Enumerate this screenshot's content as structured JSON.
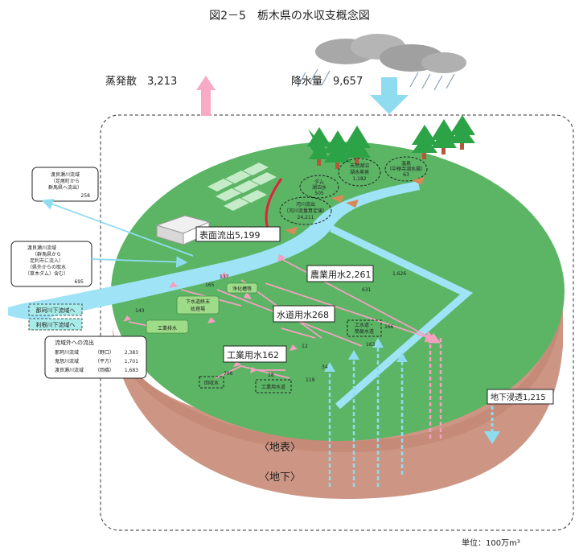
{
  "title": "図2－5　栃木県の水収支概念図",
  "evaporation": "蒸発散　3,213",
  "precipitation": "降水量　9,657",
  "surface_runoff": "表面流出5,199",
  "agri_water": "農業用水2,261",
  "domestic_water": "水道用水268",
  "industrial_water": "工業用水162",
  "infiltration": "地下浸透1,215",
  "surface_label": "〈地表〉",
  "underground_label": "〈地下〉",
  "unit": "単位：100万m³",
  "inflow_top": {
    "lines": [
      "渡良瀬川流域",
      "（足尾町から",
      "群馬県へ流出）"
    ],
    "value": "258"
  },
  "inflow_mid": {
    "lines": [
      "渡良瀬川流域",
      "（群馬県から",
      "足利市に流入）",
      "（県外からの取水",
      "（草木ダム）含む）"
    ],
    "value": "695"
  },
  "nakagawa": "那珂川下流域へ",
  "tonegawa": "利根川下流域へ",
  "outflow": {
    "title": "流域外への流出",
    "rows": [
      {
        "name": "那珂川流域",
        "point": "（野口）",
        "value": "2,383"
      },
      {
        "name": "鬼怒川流域",
        "point": "（平方）",
        "value": "1,701"
      },
      {
        "name": "渡良瀬川流域",
        "point": "（岡橋）",
        "value": "1,683"
      }
    ]
  },
  "ovals": {
    "dam": {
      "lines": [
        "ダム",
        "湖沼水"
      ],
      "value": "505"
    },
    "lake_evap": {
      "lines": [
        "天然湖沼",
        "湖水蒸発"
      ],
      "value": "1,182"
    },
    "hotspring": {
      "lines": [
        "温泉",
        "（中禅寺湖水揚）"
      ],
      "value": "63"
    },
    "river_flow": {
      "lines": [
        "河川流出",
        "（河川流量算定値）"
      ],
      "value": "24,211"
    },
    "recycled": "回収水",
    "other_intake": {
      "lines": [
        "工水道・",
        "簡易水道"
      ],
      "value": ""
    }
  },
  "pills": {
    "purify": "浄化槽等",
    "sewage": {
      "lines": [
        "下水道終末",
        "処理場"
      ]
    },
    "industrial_drain": "工業排水",
    "industrial_water_supply": "工業用水道"
  },
  "small_values": {
    "v165": "165",
    "v137": "137",
    "v143": "143",
    "v1626": "1,626",
    "v631": "631",
    "v166": "166",
    "v163": "163",
    "v12": "12",
    "v34": "34",
    "v706": "706",
    "v18": "18",
    "v119": "119"
  }
}
